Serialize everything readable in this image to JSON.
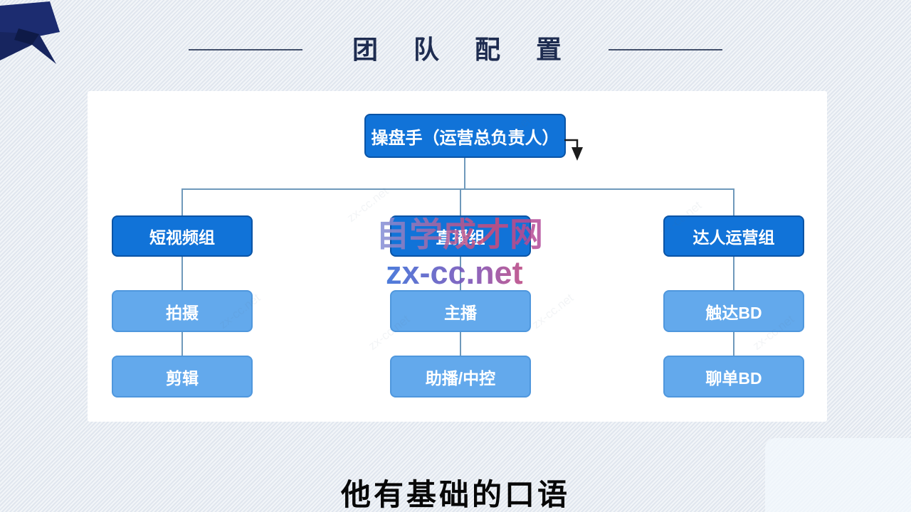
{
  "slide": {
    "title": "团队配置",
    "subtitle": "他有基础的口语"
  },
  "org_chart": {
    "root_label": "操盘手（运营总负责人）",
    "columns": [
      {
        "group_label": "短视频组",
        "children": [
          "拍摄",
          "剪辑"
        ]
      },
      {
        "group_label": "直播组",
        "children": [
          "主播",
          "助播/中控"
        ]
      },
      {
        "group_label": "达人运营组",
        "children": [
          "触达BD",
          "聊单BD"
        ]
      }
    ]
  },
  "watermark": {
    "site_name": "自学成才网",
    "site_url": "zx-cc.net"
  },
  "colors": {
    "primary_box_blue": "#1173d8",
    "light_box_blue": "#63a9ec",
    "connector_blue": "#6f99bb",
    "ribbon_navy": "#1b2b6e",
    "title_navy": "#1e2c50",
    "page_background": "#e8ecf2"
  }
}
